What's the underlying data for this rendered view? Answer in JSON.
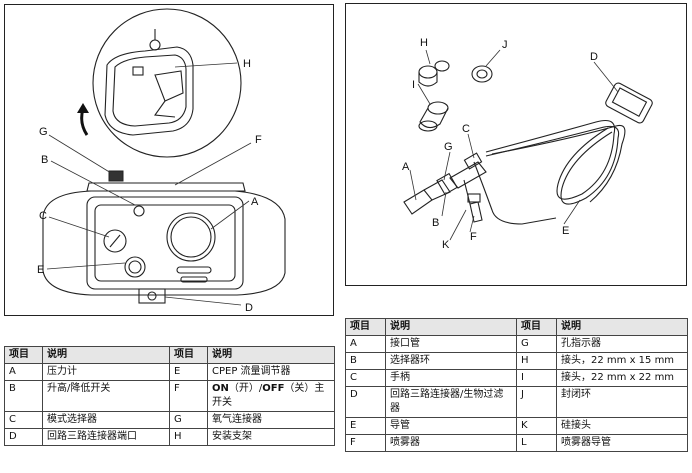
{
  "left_diagram": {
    "callouts": [
      "A",
      "B",
      "C",
      "D",
      "E",
      "F",
      "G",
      "H"
    ]
  },
  "right_diagram": {
    "callouts": [
      "A",
      "B",
      "C",
      "D",
      "E",
      "F",
      "G",
      "H",
      "I",
      "J",
      "K"
    ]
  },
  "left_table": {
    "headers": [
      "项目",
      "说明",
      "项目",
      "说明"
    ],
    "rows": [
      {
        "k1": "A",
        "v1": "压力计",
        "k2": "E",
        "v2": "CPEP 流量调节器"
      },
      {
        "k1": "B",
        "v1": "升高/降低开关",
        "k2": "F",
        "v2_on": "ON",
        "v2_mid1": "（开）/",
        "v2_off": "OFF",
        "v2_mid2": "（关）主开关"
      },
      {
        "k1": "C",
        "v1": "模式选择器",
        "k2": "G",
        "v2": "氧气连接器"
      },
      {
        "k1": "D",
        "v1": "回路三路连接器端口",
        "k2": "H",
        "v2": "安装支架"
      }
    ]
  },
  "right_table": {
    "headers": [
      "项目",
      "说明",
      "项目",
      "说明"
    ],
    "rows": [
      {
        "k1": "A",
        "v1": "接口管",
        "k2": "G",
        "v2": "孔指示器"
      },
      {
        "k1": "B",
        "v1": "选择器环",
        "k2": "H",
        "v2": "接头，22 mm x 15 mm"
      },
      {
        "k1": "C",
        "v1": "手柄",
        "k2": "I",
        "v2": "接头，22 mm x 22 mm"
      },
      {
        "k1": "D",
        "v1": "回路三路连接器/生物过滤器",
        "k2": "J",
        "v2": "封闭环"
      },
      {
        "k1": "E",
        "v1": "导管",
        "k2": "K",
        "v2": "硅接头"
      },
      {
        "k1": "F",
        "v1": "喷雾器",
        "k2": "L",
        "v2": "喷雾器导管"
      }
    ]
  }
}
